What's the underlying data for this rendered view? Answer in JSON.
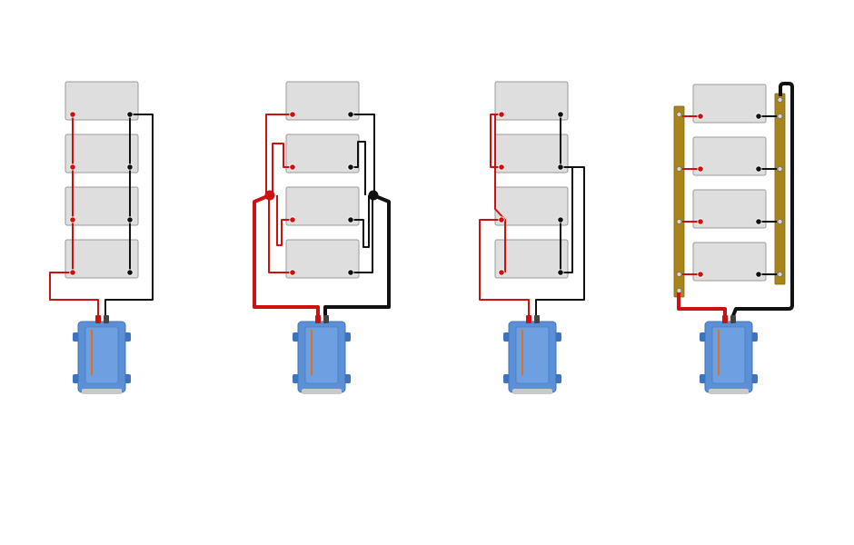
{
  "diagram": {
    "panels": [
      {
        "id": "daisy-chain",
        "battery_count": 4,
        "bus_bars": false
      },
      {
        "id": "post-connection",
        "battery_count": 4,
        "bus_bars": false
      },
      {
        "id": "cross-connection",
        "battery_count": 4,
        "bus_bars": false
      },
      {
        "id": "bus-bar-connection",
        "battery_count": 4,
        "bus_bars": true
      }
    ],
    "colors": {
      "background": "#ffffff",
      "battery_fill": "#dedede",
      "battery_stroke": "#9a9a9a",
      "positive_cable": "#cc1111",
      "negative_cable": "#111111",
      "inverter_body": "#5b8fd6",
      "inverter_edge": "#3f73bf",
      "inverter_stripe": "#e0701f",
      "bus_bar": "#a8841a"
    }
  }
}
